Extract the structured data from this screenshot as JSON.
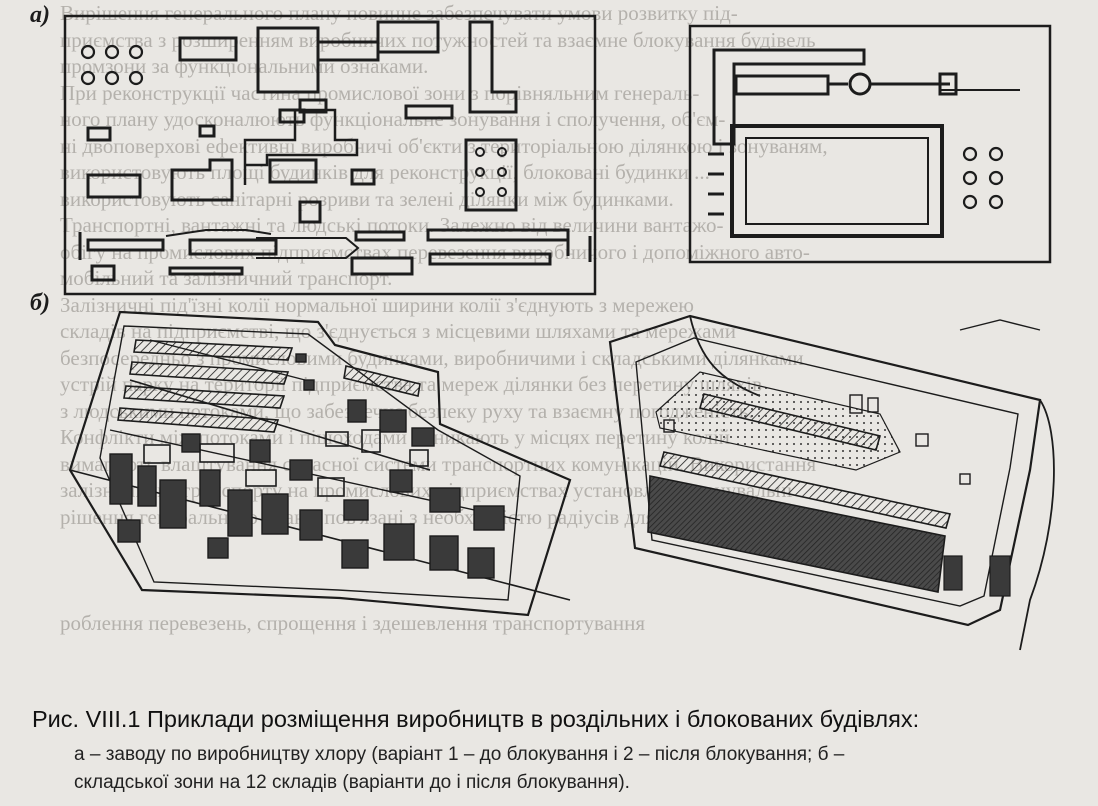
{
  "background_text": [
    "Вирішення генерального плану повинне забезпечувати умови розвитку під-",
    "приємства з розширенням виробничих потужностей та взаємне блокування будівель",
    "промзони за функціональними ознаками.",
    "При реконструкції частина промислової зони з порівняльним генераль-",
    "ного плану удосконалюють функціональне зонування і сполучення, об'єм-",
    "ні двоповерхові ефективні виробничі об'єкти з територіальною ділянкою і зонуваням,",
    "використовують площі будинків для реконструкції, блоковані будинки ...",
    "використовують санітарні розриви та зелені ділянки між будинками.",
    "Транспортні, вантажні та людські потоки. Залежно від величини вантажо-",
    "обігу на промислових підприємствах перевезення виробничого і допоміжного авто-",
    "мобільний та залізничний транспорт.",
    "Залізничні під'їзні колії нормальної ширини колії з'єднують з мережею",
    "складів на підприємстві, що з'єднується з місцевими шляхами та мережами",
    "безпосередньо з промисловими будинками, виробничими і складськими ділянками",
    "устрій парку на території підприємства та мереж ділянки без перетину шляхів",
    "з людськими потоками, що забезпечує безпеку руху та взаємну погодженість.",
    "Конфлікти між потоками і пішоходами виникають у місцях перетину колій",
    "вимагають влаштування сучасної системи транспортних комунікацій. Використання",
    "залізничного транспорту на промислових підприємствах установлює планувальні",
    "рішення генерального плану, пов'язані з необхідністю радіусів для транспорту",
    "",
    "",
    "",
    "роблення перевезень, спрощення і здешевлення транспортування"
  ],
  "panel_labels": {
    "a": "а)",
    "b": "б)"
  },
  "caption": {
    "main": "Рис. VIII.1 Приклади розміщення виробництв в роздільних і блокованих будівлях:",
    "line1": "а – заводу по виробництву хлору (варіант 1 – до блокування і 2 – після блокування; б –",
    "line2": "складської зони на 12 складів (варіанти до і після блокування)."
  },
  "colors": {
    "paper": "#e9e7e3",
    "ink": "#1c1c1c",
    "faded_text": "#b4b1ac",
    "fill_dark": "#3a3a3a"
  }
}
